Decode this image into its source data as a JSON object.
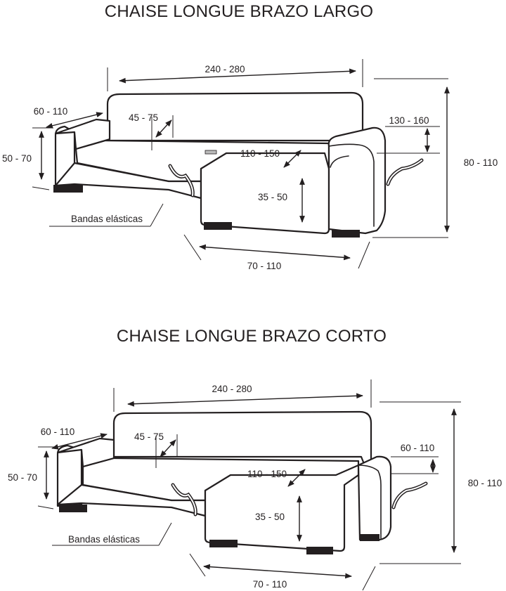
{
  "diagrams": [
    {
      "title": "CHAISE LONGUE BRAZO LARGO",
      "width": "240 - 280",
      "arm_width": "60 - 110",
      "seat_depth": "45 - 75",
      "height_left": "50 - 70",
      "chaise_depth": "110 - 150",
      "chaise_arm_width": "130 - 160",
      "seat_height": "35 - 50",
      "total_height": "80 - 110",
      "chaise_width": "70 - 110",
      "elastic_bands": "Bandas elásticas"
    },
    {
      "title": "CHAISE LONGUE BRAZO CORTO",
      "width": "240 - 280",
      "arm_width": "60 - 110",
      "seat_depth": "45 - 75",
      "height_left": "50 - 70",
      "chaise_depth": "110 - 150",
      "chaise_arm_width": "60 - 110",
      "seat_height": "35 - 50",
      "total_height": "80 - 110",
      "chaise_width": "70 - 110",
      "elastic_bands": "Bandas elásticas"
    }
  ],
  "colors": {
    "line": "#231f20",
    "background": "#ffffff"
  }
}
